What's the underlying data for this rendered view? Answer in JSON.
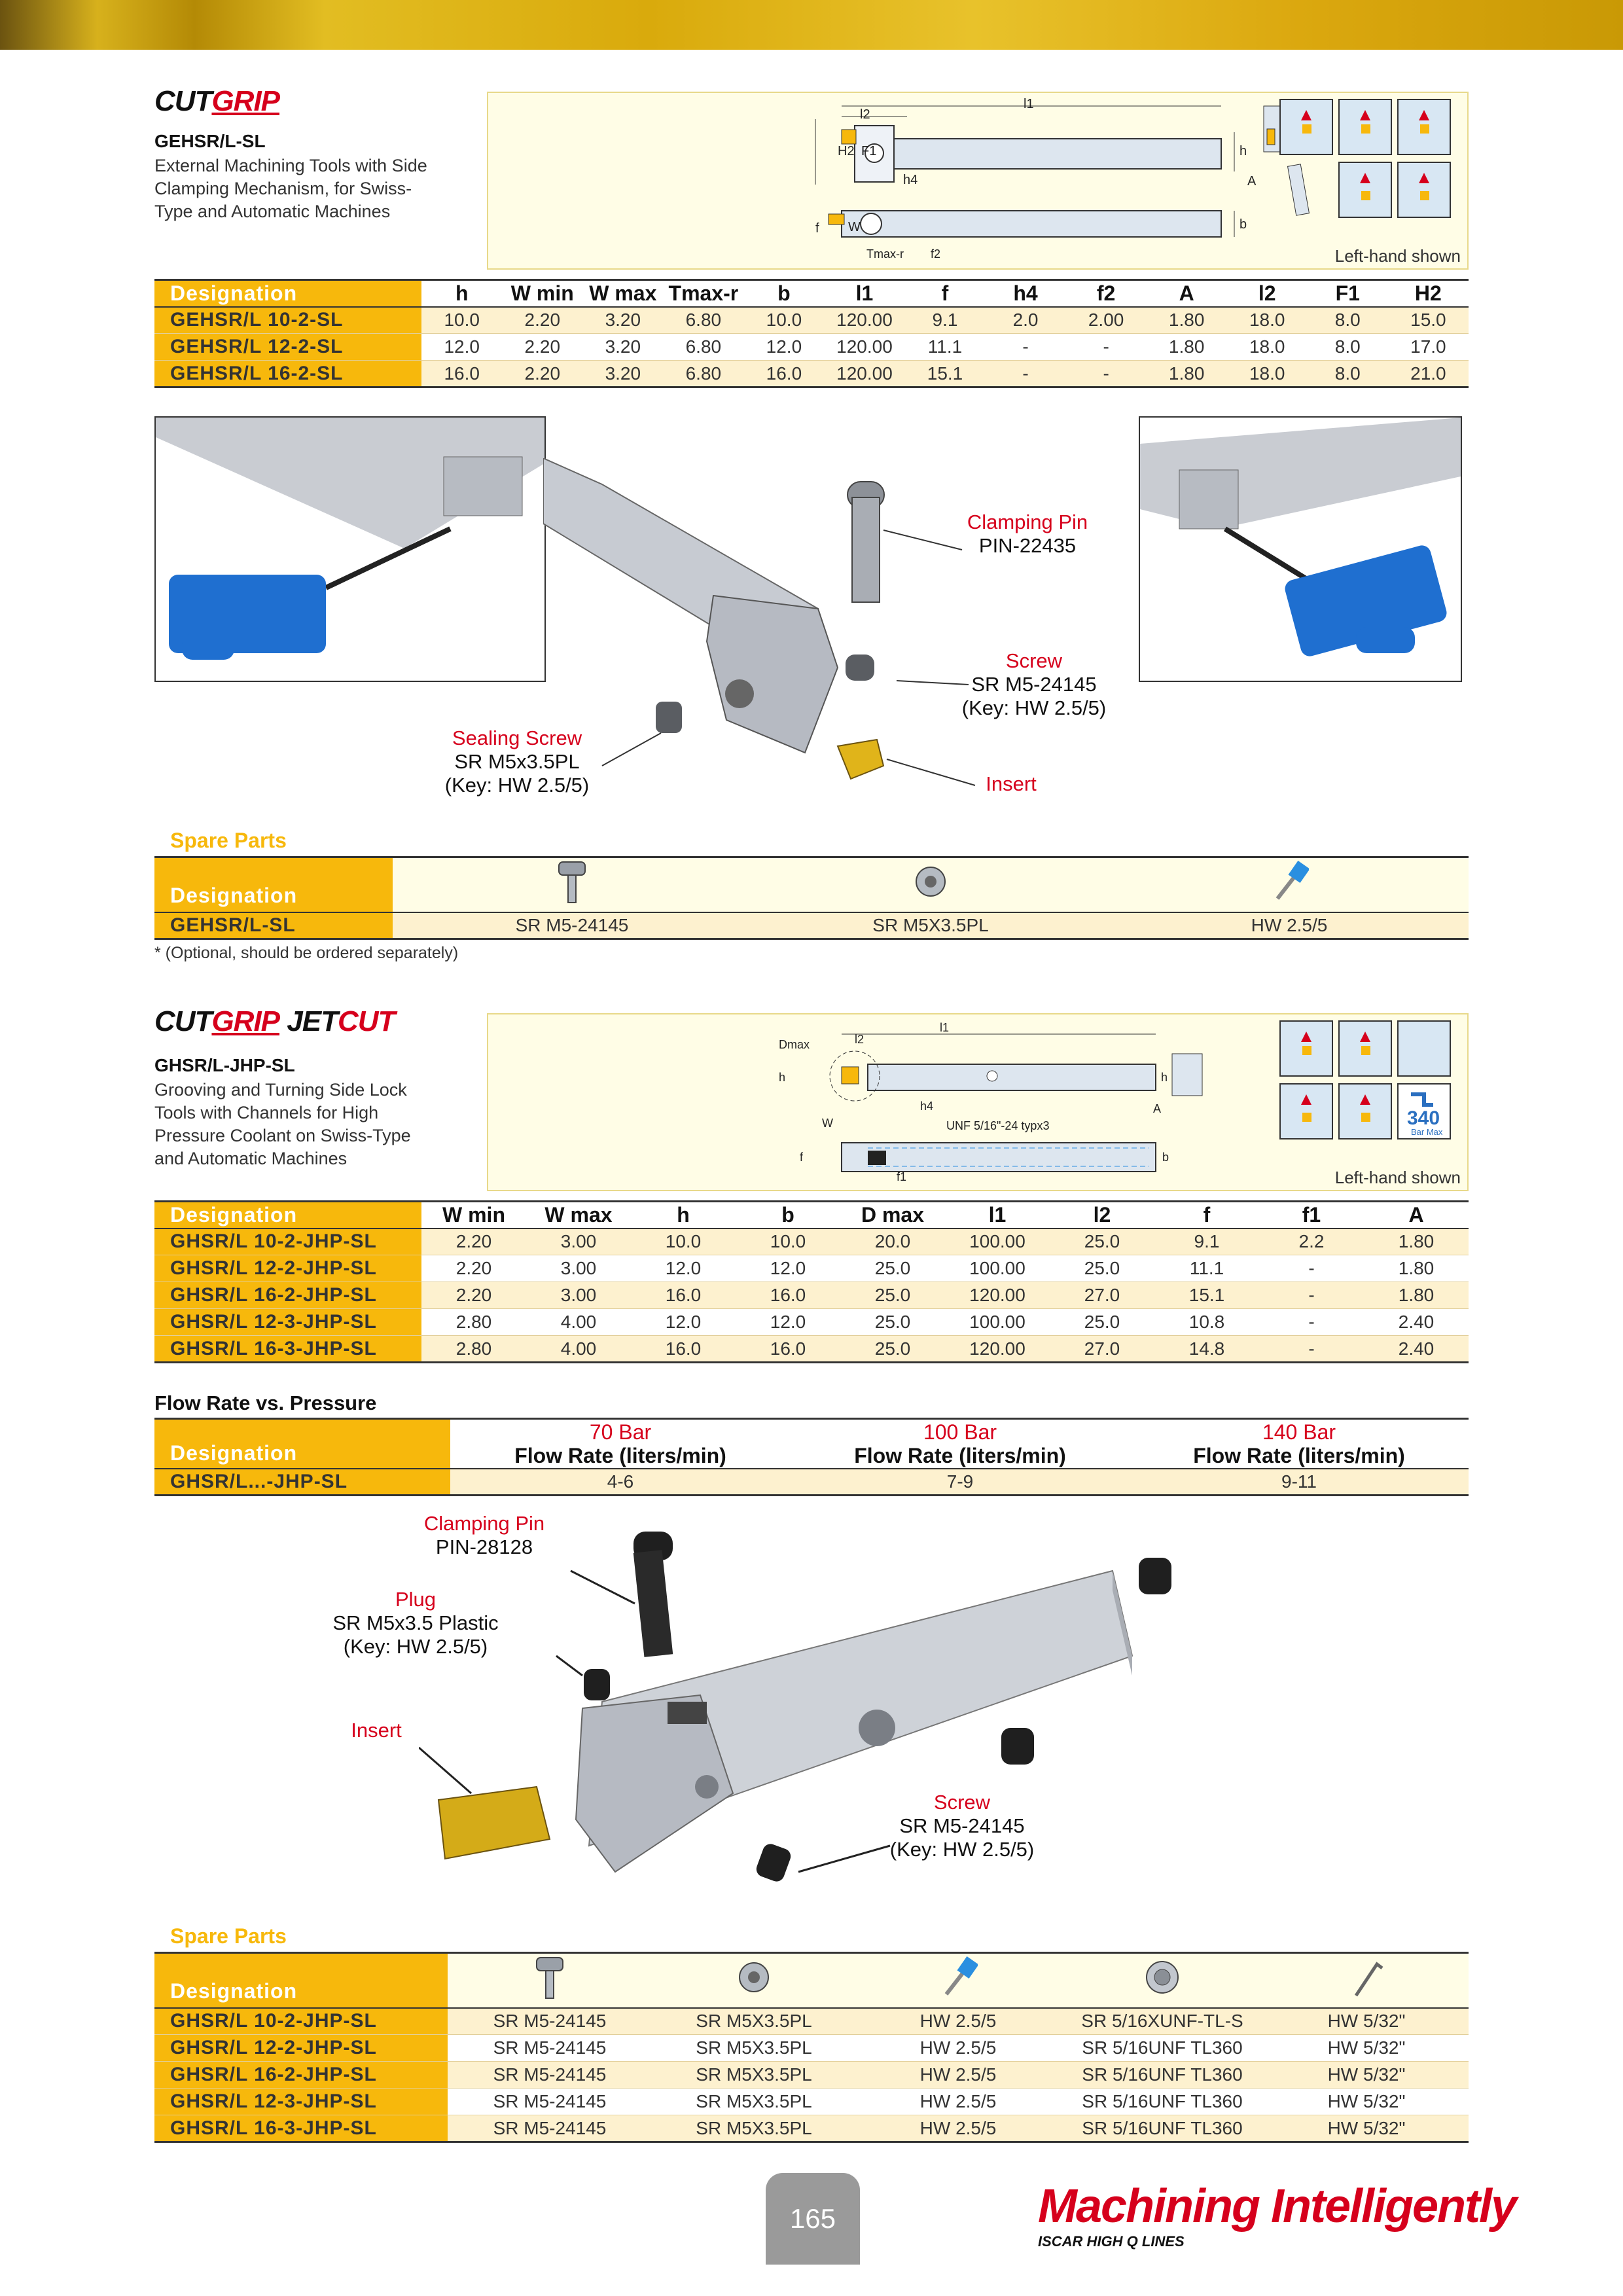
{
  "section1": {
    "logo_part1": "CUT",
    "logo_part2": "GRIP",
    "code": "GEHSR/L-SL",
    "desc": [
      "External Machining Tools with Side",
      "Clamping Mechanism, for Swiss-",
      "Type and Automatic Machines"
    ],
    "left_hand": "Left-hand shown",
    "diagram_labels": {
      "l1": "l1",
      "l2": "l2",
      "h2": "H2",
      "f1": "F1",
      "h": "h",
      "h4": "h4",
      "f": "f",
      "w": "W",
      "tmax": "Tmax-r",
      "f2": "f2",
      "b": "b",
      "a": "A"
    },
    "table": {
      "headers": [
        "Designation",
        "h",
        "W min",
        "W max",
        "Tmax-r",
        "b",
        "l1",
        "f",
        "h4",
        "f2",
        "A",
        "l2",
        "F1",
        "H2"
      ],
      "rows": [
        [
          "GEHSR/L 10-2-SL",
          "10.0",
          "2.20",
          "3.20",
          "6.80",
          "10.0",
          "120.00",
          "9.1",
          "2.0",
          "2.00",
          "1.80",
          "18.0",
          "8.0",
          "15.0"
        ],
        [
          "GEHSR/L 12-2-SL",
          "12.0",
          "2.20",
          "3.20",
          "6.80",
          "12.0",
          "120.00",
          "11.1",
          "-",
          "-",
          "1.80",
          "18.0",
          "8.0",
          "17.0"
        ],
        [
          "GEHSR/L 16-2-SL",
          "16.0",
          "2.20",
          "3.20",
          "6.80",
          "16.0",
          "120.00",
          "15.1",
          "-",
          "-",
          "1.80",
          "18.0",
          "8.0",
          "21.0"
        ]
      ]
    },
    "callouts": {
      "clamping_pin": "Clamping Pin",
      "clamping_pin_code": "PIN-22435",
      "screw": "Screw",
      "screw_code": "SR M5-24145",
      "screw_key": "(Key: HW 2.5/5)",
      "sealing": "Sealing Screw",
      "sealing_code": "SR M5x3.5PL",
      "sealing_key": "(Key: HW 2.5/5)",
      "insert": "Insert"
    },
    "spare": {
      "title": "Spare Parts",
      "designation": "Designation",
      "row": [
        "GEHSR/L-SL",
        "SR M5-24145",
        "SR M5X3.5PL",
        "HW 2.5/5"
      ]
    },
    "note": "*  (Optional, should be ordered separately)"
  },
  "section2": {
    "logo_part1": "CUT",
    "logo_part2": "GRIP",
    "logo_part3": "JET",
    "logo_part4": "CUT",
    "code": "GHSR/L-JHP-SL",
    "desc": [
      "Grooving and Turning Side Lock",
      "Tools with Channels for High",
      "Pressure Coolant on Swiss-Type",
      "and Automatic Machines"
    ],
    "left_hand": "Left-hand shown",
    "badge_value": "340",
    "badge_unit": "Bar Max",
    "diagram_labels": {
      "dmax": "Dmax",
      "l2": "l2",
      "l1": "l1",
      "h": "h",
      "h4": "h4",
      "a": "A",
      "w": "W",
      "unf": "UNF 5/16\"-24 typx3",
      "f": "f",
      "f1": "f1",
      "b": "b"
    },
    "table": {
      "headers": [
        "Designation",
        "W min",
        "W max",
        "h",
        "b",
        "D max",
        "l1",
        "l2",
        "f",
        "f1",
        "A"
      ],
      "rows": [
        [
          "GHSR/L 10-2-JHP-SL",
          "2.20",
          "3.00",
          "10.0",
          "10.0",
          "20.0",
          "100.00",
          "25.0",
          "9.1",
          "2.2",
          "1.80"
        ],
        [
          "GHSR/L 12-2-JHP-SL",
          "2.20",
          "3.00",
          "12.0",
          "12.0",
          "25.0",
          "100.00",
          "25.0",
          "11.1",
          "-",
          "1.80"
        ],
        [
          "GHSR/L 16-2-JHP-SL",
          "2.20",
          "3.00",
          "16.0",
          "16.0",
          "25.0",
          "120.00",
          "27.0",
          "15.1",
          "-",
          "1.80"
        ],
        [
          "GHSR/L 12-3-JHP-SL",
          "2.80",
          "4.00",
          "12.0",
          "12.0",
          "25.0",
          "100.00",
          "25.0",
          "10.8",
          "-",
          "2.40"
        ],
        [
          "GHSR/L 16-3-JHP-SL",
          "2.80",
          "4.00",
          "16.0",
          "16.0",
          "25.0",
          "120.00",
          "27.0",
          "14.8",
          "-",
          "2.40"
        ]
      ]
    },
    "flow": {
      "title": "Flow Rate vs. Pressure",
      "designation": "Designation",
      "pressures": [
        "70 Bar",
        "100 Bar",
        "140 Bar"
      ],
      "unit": "Flow Rate (liters/min)",
      "row": [
        "GHSR/L...-JHP-SL",
        "4-6",
        "7-9",
        "9-11"
      ]
    },
    "callouts": {
      "clamping_pin": "Clamping Pin",
      "clamping_pin_code": "PIN-28128",
      "plug": "Plug",
      "plug_code": "SR M5x3.5 Plastic",
      "plug_key": "(Key: HW 2.5/5)",
      "insert": "Insert",
      "screw": "Screw",
      "screw_code": "SR M5-24145",
      "screw_key": "(Key: HW 2.5/5)"
    },
    "spare": {
      "title": "Spare Parts",
      "designation": "Designation",
      "rows": [
        [
          "GHSR/L 10-2-JHP-SL",
          "SR M5-24145",
          "SR M5X3.5PL",
          "HW 2.5/5",
          "SR 5/16XUNF-TL-S",
          "HW 5/32\""
        ],
        [
          "GHSR/L 12-2-JHP-SL",
          "SR M5-24145",
          "SR M5X3.5PL",
          "HW 2.5/5",
          "SR 5/16UNF TL360",
          "HW 5/32\""
        ],
        [
          "GHSR/L 16-2-JHP-SL",
          "SR M5-24145",
          "SR M5X3.5PL",
          "HW 2.5/5",
          "SR 5/16UNF TL360",
          "HW 5/32\""
        ],
        [
          "GHSR/L 12-3-JHP-SL",
          "SR M5-24145",
          "SR M5X3.5PL",
          "HW 2.5/5",
          "SR 5/16UNF TL360",
          "HW 5/32\""
        ],
        [
          "GHSR/L 16-3-JHP-SL",
          "SR M5-24145",
          "SR M5X3.5PL",
          "HW 2.5/5",
          "SR 5/16UNF TL360",
          "HW 5/32\""
        ]
      ]
    }
  },
  "footer": {
    "page": "165",
    "slogan": "Machining Intelligently",
    "brand": "ISCAR HIGH Q LINES"
  },
  "colors": {
    "accent": "#f7b80c",
    "red": "#d6001c",
    "stripe": "#fdf1cf"
  }
}
